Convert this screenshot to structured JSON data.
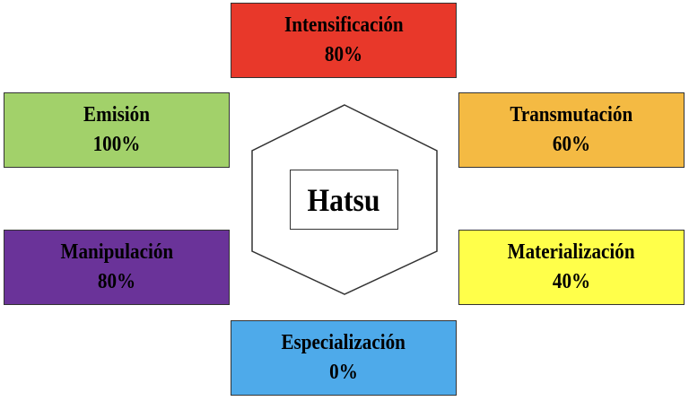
{
  "center": {
    "label": "Hatsu"
  },
  "categories": [
    {
      "name": "Intensificación",
      "value": "80%",
      "color": "#e8382a"
    },
    {
      "name": "Transmutación",
      "value": "60%",
      "color": "#f4ba43"
    },
    {
      "name": "Materialización",
      "value": "40%",
      "color": "#ffff4a"
    },
    {
      "name": "Especialización",
      "value": "0%",
      "color": "#4eaaea"
    },
    {
      "name": "Manipulación",
      "value": "80%",
      "color": "#6a3399"
    },
    {
      "name": "Emisión",
      "value": "100%",
      "color": "#a2d16a"
    }
  ]
}
